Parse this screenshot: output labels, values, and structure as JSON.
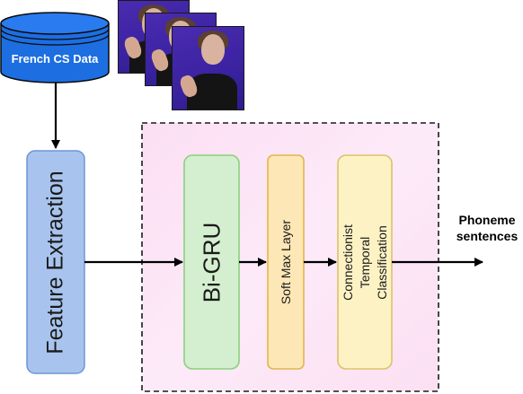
{
  "database": {
    "label": "French CS Data",
    "icon": "database-cylinder-icon"
  },
  "feature_extraction": {
    "label": "Feature Extraction"
  },
  "model_blocks": [
    {
      "label": "Bi-GRU"
    },
    {
      "label": "Soft Max Layer"
    },
    {
      "label": "Connectionist Temporal Classification"
    }
  ],
  "output": {
    "line1": "Phoneme",
    "line2": "sentences"
  },
  "colors": {
    "database_fill": "#1d6ee0",
    "feature_fill": "#a8c4ee",
    "feature_stroke": "#6f95d2",
    "panel_fill": "#fde6f6",
    "gru_fill": "#d4efcf",
    "gru_stroke": "#8ccf7e",
    "softmax_fill": "#fde7b6",
    "softmax_stroke": "#e2b64a",
    "ctc_fill": "#fdf2c4",
    "ctc_stroke": "#dcc36a",
    "photo_background": "#4127a8"
  }
}
